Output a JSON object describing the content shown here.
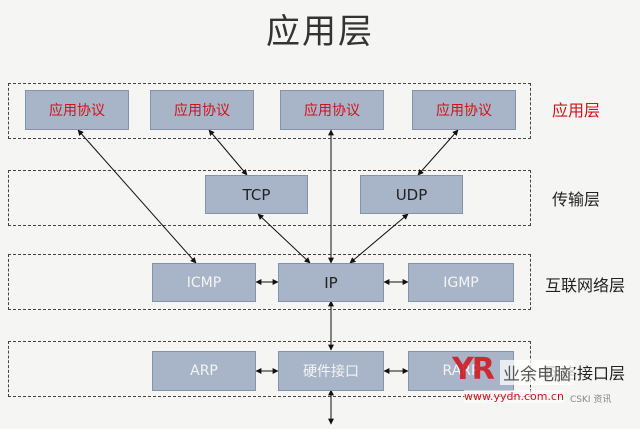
{
  "title": "应用层",
  "layers": {
    "application": {
      "label": "应用层"
    },
    "transport": {
      "label": "传输层"
    },
    "internet": {
      "label": "互联网络层"
    },
    "link": {
      "label": "网络接口层"
    }
  },
  "nodes": {
    "app1": "应用协议",
    "app2": "应用协议",
    "app3": "应用协议",
    "app4": "应用协议",
    "tcp": "TCP",
    "udp": "UDP",
    "icmp": "ICMP",
    "ip": "IP",
    "igmp": "IGMP",
    "arp": "ARP",
    "hw": "硬件接口",
    "rarp": "RARP"
  },
  "watermark": {
    "logo": "YR",
    "brand": "业余电脑",
    "url": "www.yydn.com.cn",
    "mini": "CSKI 资讯"
  },
  "colors": {
    "node_fill": "#a8b4c8",
    "node_border": "#8593aa",
    "accent_red": "#d0121b",
    "background": "#f5f5f3"
  }
}
